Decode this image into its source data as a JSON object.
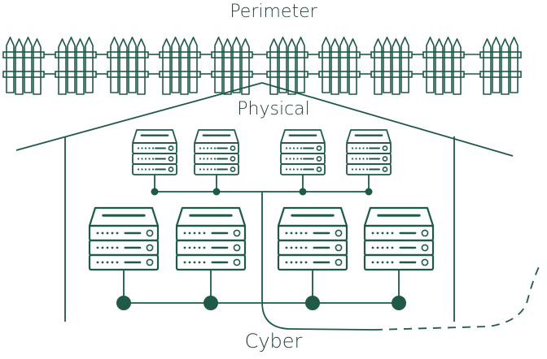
{
  "labels": {
    "perimeter": "Perimeter",
    "physical": "Physical",
    "cyber": "Cyber"
  },
  "colors": {
    "stroke": "#1e5a45",
    "text": "#1f3f33",
    "background": "#ffffff"
  }
}
